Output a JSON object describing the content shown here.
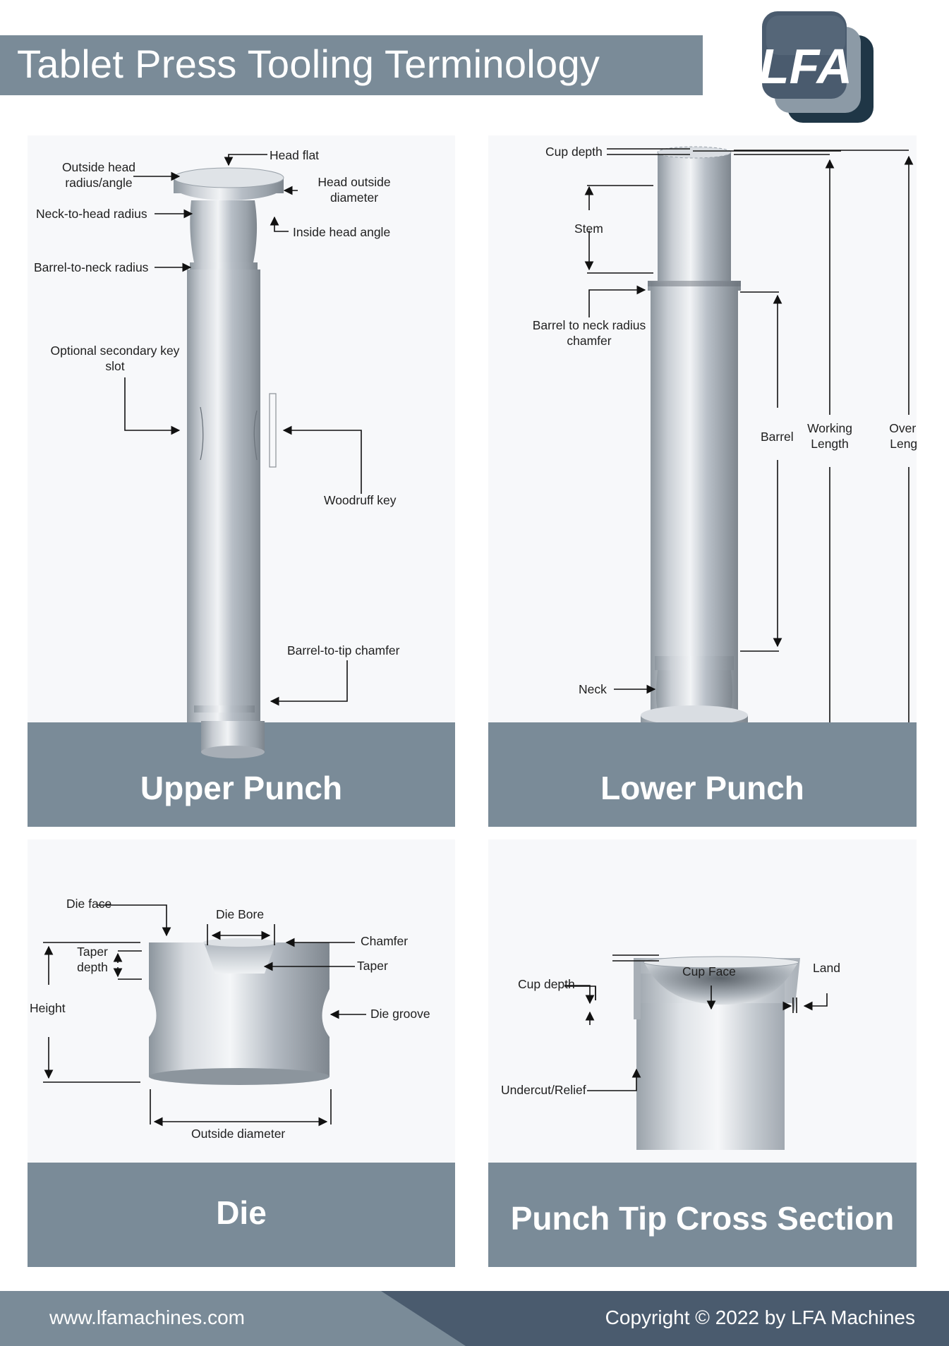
{
  "page": {
    "title": "Tablet Press Tooling Terminology"
  },
  "logo": {
    "text": "LFA"
  },
  "colors": {
    "band": "#7a8b98",
    "navy": "#4a5b6e",
    "dark_navy": "#1f3646",
    "steel": "#b9c0c8",
    "panel_bg": "#f7f8fa"
  },
  "panels": {
    "upper_punch": {
      "label": "Upper Punch",
      "callouts": {
        "head_flat": "Head flat",
        "outside_head_radius": "Outside head\nradius/angle",
        "head_outside_diameter": "Head outside\ndiameter",
        "neck_to_head_radius": "Neck-to-head radius",
        "inside_head_angle": "Inside head angle",
        "barrel_to_neck_radius": "Barrel-to-neck radius",
        "secondary_key_slot": "Optional secondary key\nslot",
        "woodruff_key": "Woodruff key",
        "barrel_to_tip_chamfer": "Barrel-to-tip chamfer"
      }
    },
    "lower_punch": {
      "label": "Lower Punch",
      "callouts": {
        "cup_depth": "Cup depth",
        "stem": "Stem",
        "barrel_to_neck_chamfer": "Barrel to neck radius\nchamfer",
        "barrel": "Barrel",
        "working_length": "Working\nLength",
        "overall_length": "Overall\nLength",
        "neck": "Neck"
      }
    },
    "die": {
      "label": "Die",
      "callouts": {
        "die_face": "Die face",
        "die_bore": "Die Bore",
        "chamfer": "Chamfer",
        "taper_depth": "Taper\ndepth",
        "taper": "Taper",
        "height": "Height",
        "die_groove": "Die groove",
        "outside_diameter": "Outside diameter"
      }
    },
    "punch_tip": {
      "label": "Punch Tip Cross Section",
      "callouts": {
        "cup_face": "Cup Face",
        "land": "Land",
        "cup_depth": "Cup depth",
        "undercut_relief": "Undercut/Relief"
      }
    }
  },
  "footer": {
    "url": "www.lfamachines.com",
    "copyright": "Copyright © 2022 by LFA Machines"
  }
}
